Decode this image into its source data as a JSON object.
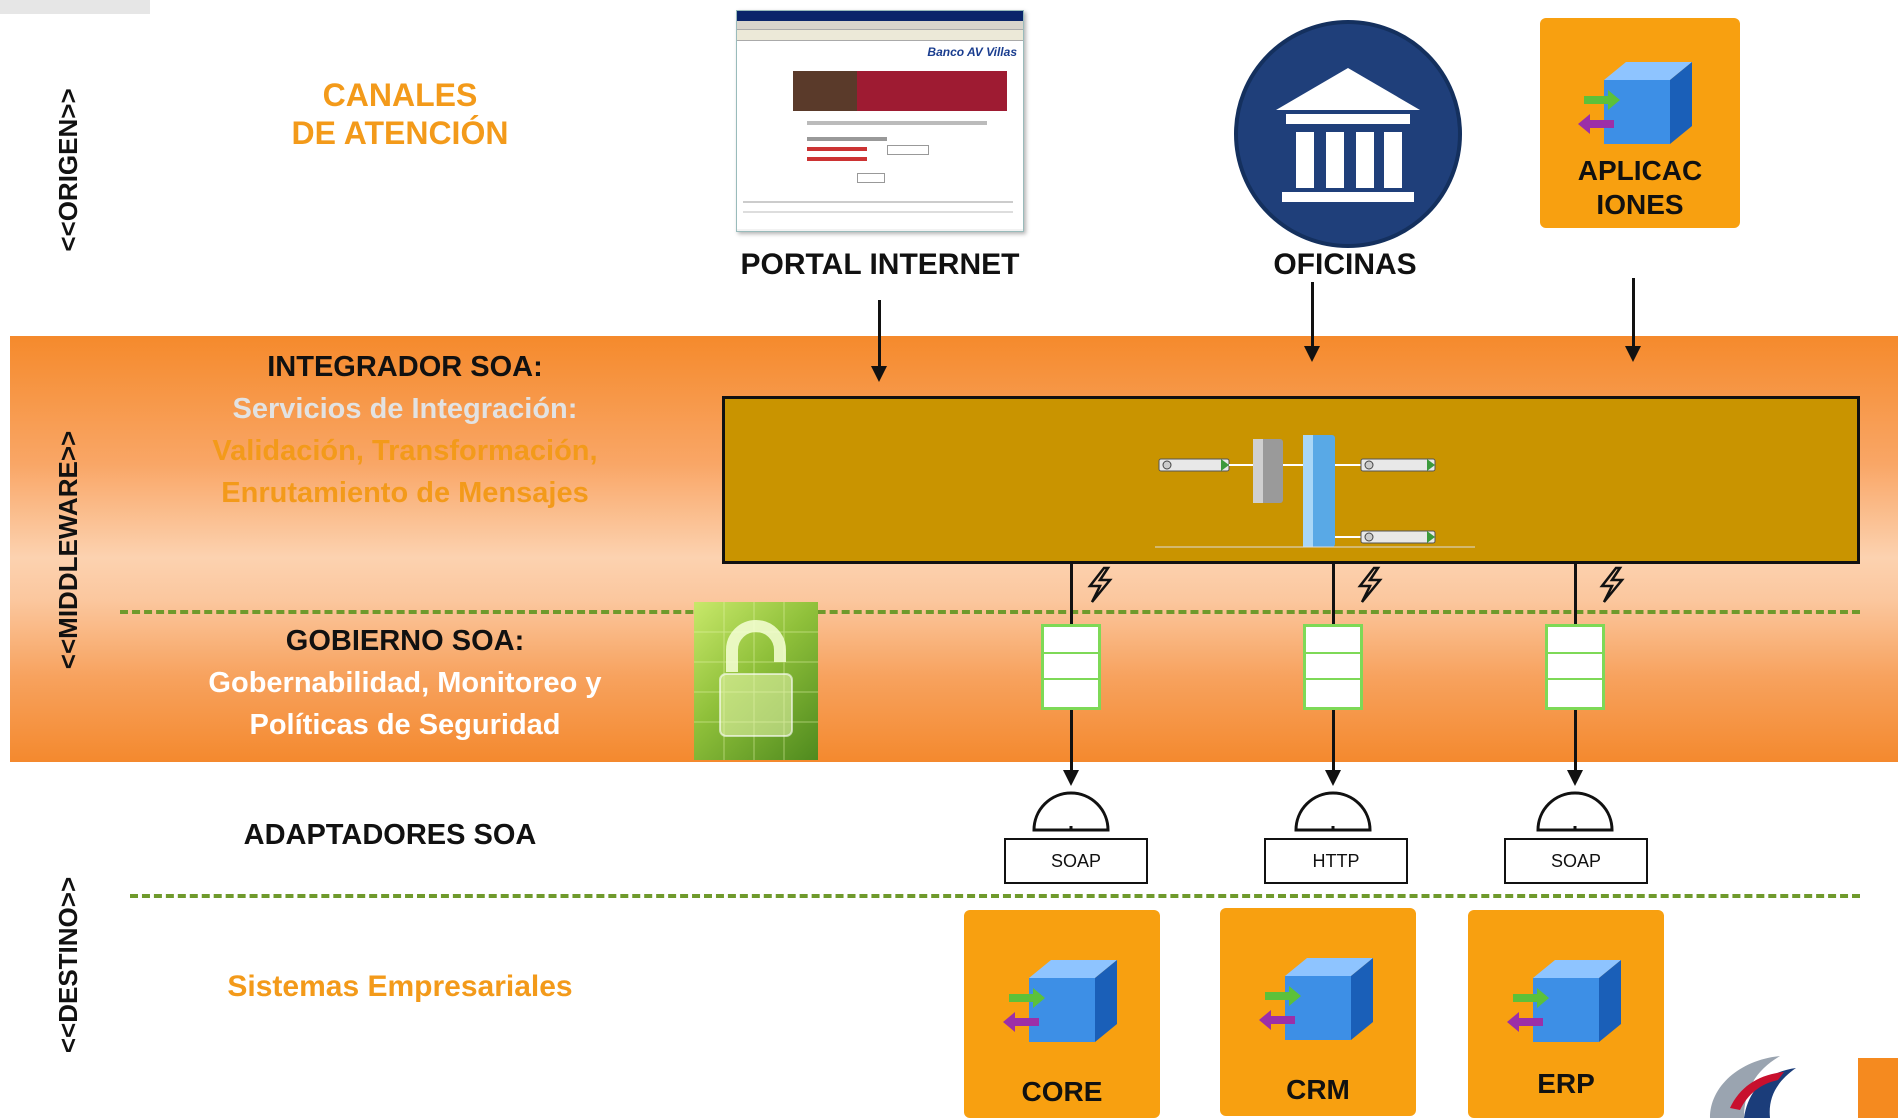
{
  "layers": {
    "origen": "<<ORIGEN>>",
    "middleware": "<<MIDDLEWARE>>",
    "destino": "<<DESTINO>>"
  },
  "origen": {
    "canales_line1": "CANALES",
    "canales_line2": "DE ATENCIÓN",
    "portal_label": "PORTAL INTERNET",
    "portal_screenshot_brand": "Banco AV Villas",
    "oficinas_label": "OFICINAS",
    "aplicaciones_line1": "APLICAC",
    "aplicaciones_line2": "IONES"
  },
  "middleware": {
    "integrador_title": "INTEGRADOR SOA:",
    "integrador_line1": "Servicios de Integración:",
    "integrador_line2": "Validación, Transformación,",
    "integrador_line3": "Enrutamiento de Mensajes",
    "gobierno_title": "GOBIERNO SOA:",
    "gobierno_line1": "Gobernabilidad, Monitoreo y",
    "gobierno_line2": "Políticas de Seguridad"
  },
  "destino": {
    "adaptadores_title": "ADAPTADORES SOA",
    "adapters": [
      "SOAP",
      "HTTP",
      "SOAP"
    ],
    "sistemas_title": "Sistemas Empresariales",
    "systems": [
      "CORE",
      "CRM",
      "ERP"
    ]
  },
  "colors": {
    "orange_text": "#f39a1a",
    "band": "#f58a2c",
    "integrator_box": "#c99400",
    "dash": "#6f9a2c",
    "queue": "#7ed957",
    "system_box": "#f8a010"
  }
}
